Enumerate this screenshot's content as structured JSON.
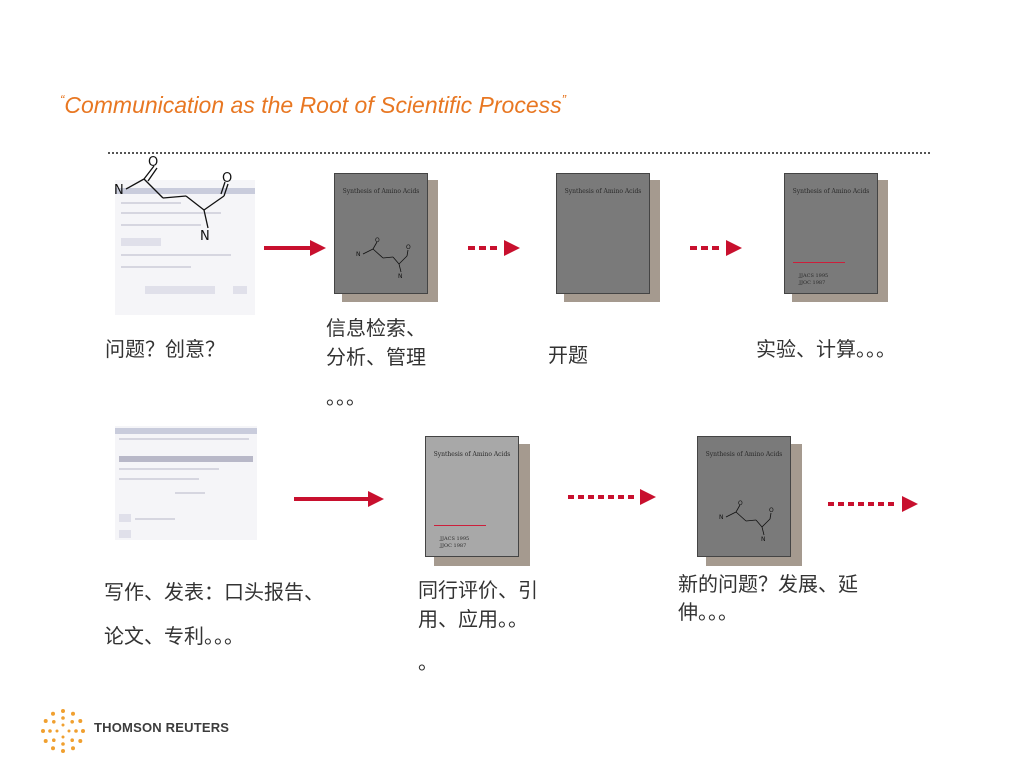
{
  "title": {
    "open_quote": "“",
    "text": "Communication as the Root of Scientific Process",
    "close_quote": "”"
  },
  "documents": {
    "title": "Synthesis of Amino Acids",
    "ref1": "JJACS 1995",
    "ref2": "JJOC 1987"
  },
  "molecule": {
    "n_atom": "N",
    "o_atom": "O"
  },
  "labels": {
    "question": "问题？创意？",
    "retrieval_line1": "信息检索、",
    "retrieval_line2": "分析、管理",
    "retrieval_line3": "。。。",
    "proposal": "开题",
    "experiment": "实验、计算。。。",
    "writing_line1": "写作、发表：口头报告、",
    "writing_line2": "论文、专利。。。",
    "peer_line1": "同行评价、引",
    "peer_line2": "用、应用。。",
    "peer_line3": "。",
    "new_line1": "新的问题？发展、延",
    "new_line2": "伸。。。"
  },
  "logo": {
    "text": "THOMSON REUTERS"
  },
  "colors": {
    "title": "#e87722",
    "arrow": "#c8102e",
    "logo_orange": "#f0a030"
  }
}
